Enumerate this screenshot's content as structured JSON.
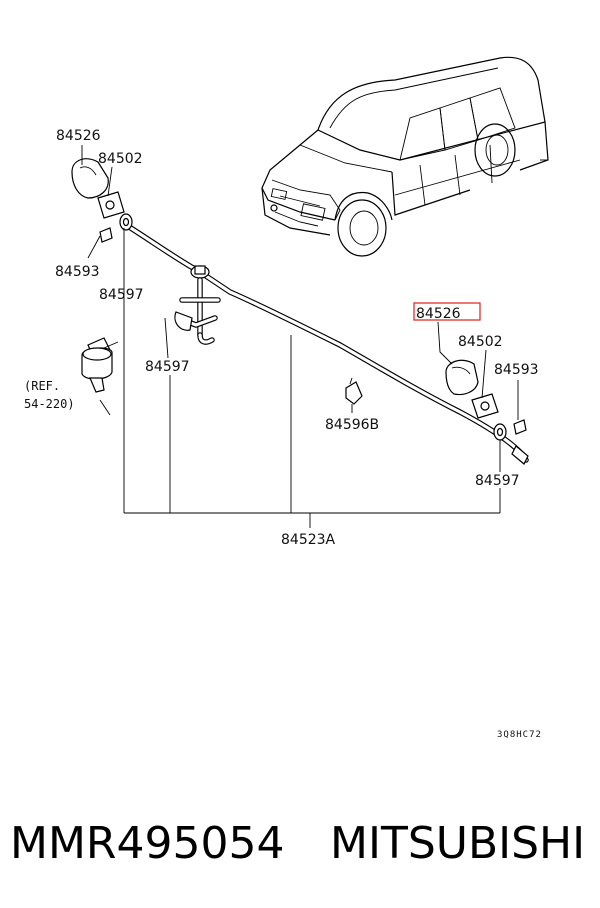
{
  "callouts": {
    "nozzle_left": "84526",
    "nozzle_right": "84526",
    "cover_left": "84502",
    "cover_right": "84502",
    "nut_left": "84593",
    "nut_right": "84593",
    "clip_left_top": "84597",
    "clip_left_mid": "84597",
    "clip_right": "84597",
    "clip_center": "84596B",
    "hose_assembly": "84523A"
  },
  "reference": {
    "line1": "(REF.",
    "line2": "54-220)"
  },
  "diagram_code": "3Q8HC72",
  "footer": {
    "part_number": "MMR495054",
    "brand": "MITSUBISHI"
  },
  "colors": {
    "highlight_box": "#e0302a",
    "line": "#000000"
  }
}
